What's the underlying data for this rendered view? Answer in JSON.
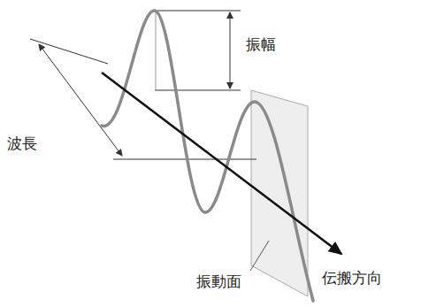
{
  "diagram": {
    "labels": [
      "振幅",
      "波長",
      "振動面",
      "伝搬方向"
    ]
  }
}
